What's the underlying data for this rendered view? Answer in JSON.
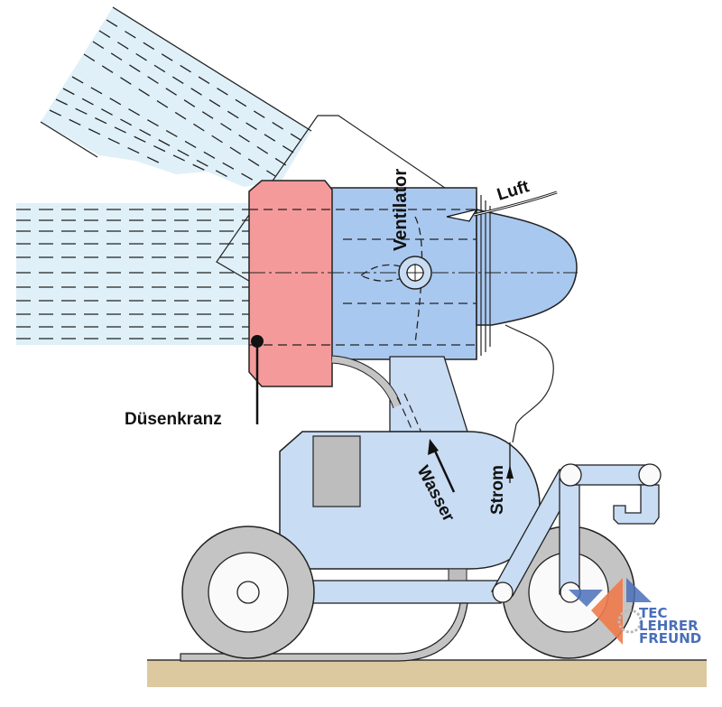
{
  "diagram": {
    "subject": "Schneekanone (snow cannon) cross-section",
    "labels": {
      "ventilator": "Ventilator",
      "luft": "Luft",
      "duesenkranz": "Düsenkranz",
      "wasser": "Wasser",
      "strom": "Strom"
    },
    "colors": {
      "spray": "#dff0f8",
      "nozzle_ring": "#f59a9a",
      "fan_housing": "#a9c8ef",
      "body": "#c8dcf3",
      "wheel": "#c4c4c4",
      "ground": "#dcc9a0",
      "outline": "#1a1a1a"
    }
  },
  "logo": {
    "line1": "TEC",
    "line2": "LEHRER",
    "line3": "FREUND",
    "colors": {
      "blue": "#4a6fb8",
      "orange": "#ef7a4a",
      "gear": "#bbbbbb"
    }
  }
}
